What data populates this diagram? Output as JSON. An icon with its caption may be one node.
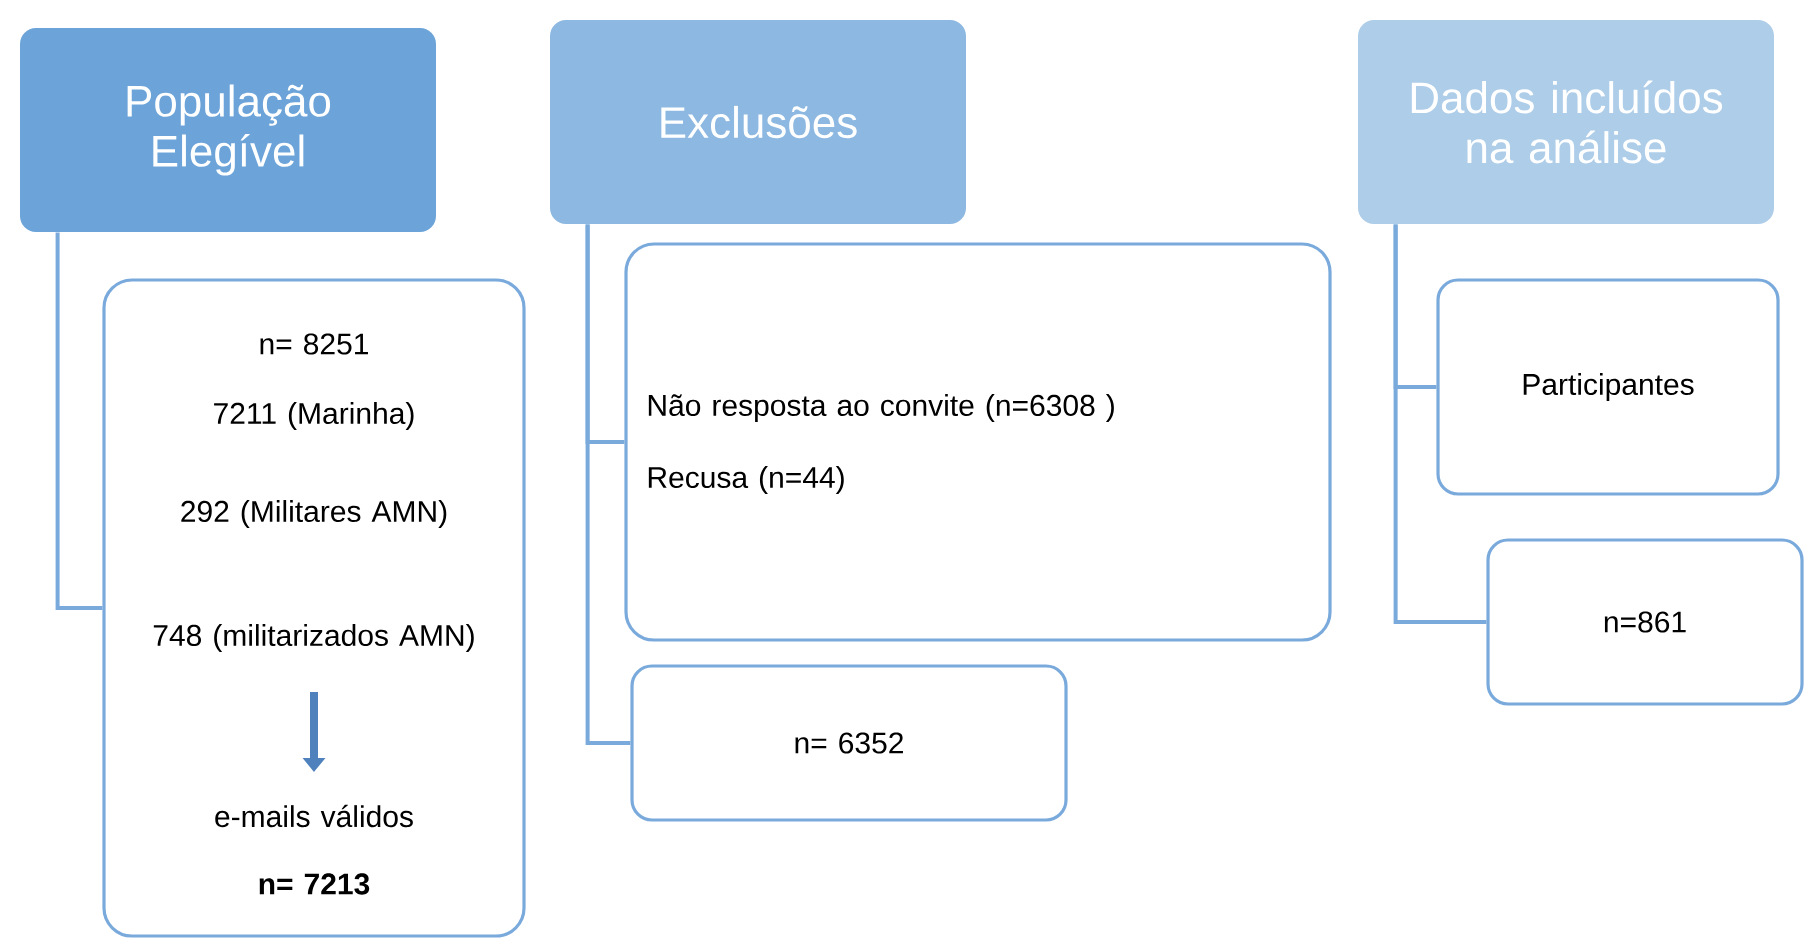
{
  "diagram": {
    "nodes": [
      {
        "text": [
          "População Elegível"
        ]
      },
      {
        "text": [
          "n= 8251",
          "7211 (Marinha)",
          "292 (Militares AMN)",
          "748 (militarizados AMN)",
          "e-mails válidos",
          "n= 7213"
        ]
      },
      {
        "text": [
          "Exclusões"
        ]
      },
      {
        "text": [
          "Não resposta ao convite (n=6308 )",
          "Recusa (n=44)"
        ]
      },
      {
        "text": [
          "n= 6352"
        ]
      },
      {
        "text": [
          "Dados incluídos na análise"
        ]
      },
      {
        "text": [
          "Participantes"
        ]
      },
      {
        "text": [
          "n=861"
        ]
      }
    ],
    "edges": [
      {
        "from": 0,
        "to": 1,
        "arrow": "none"
      },
      {
        "from": 2,
        "to": 3,
        "arrow": "none"
      },
      {
        "from": 2,
        "to": 4,
        "arrow": "none"
      },
      {
        "from": 5,
        "to": 6,
        "arrow": "none"
      },
      {
        "from": 5,
        "to": 7,
        "arrow": "none"
      }
    ]
  }
}
